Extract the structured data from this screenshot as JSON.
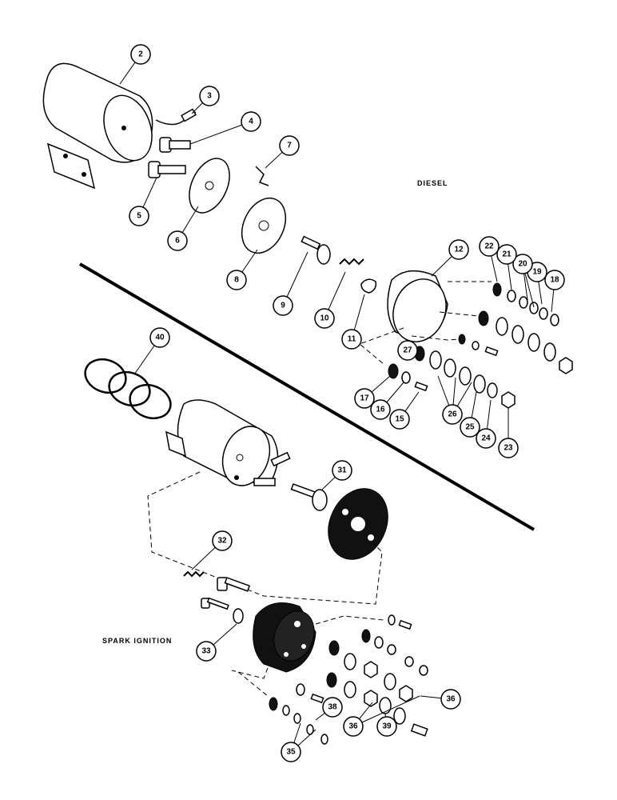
{
  "sections": {
    "diesel": "DIESEL",
    "spark": "SPARK IGNITION"
  },
  "callouts": [
    "2",
    "3",
    "4",
    "5",
    "6",
    "7",
    "8",
    "9",
    "10",
    "11",
    "12",
    "15",
    "16",
    "17",
    "18",
    "19",
    "20",
    "21",
    "22",
    "23",
    "24",
    "25",
    "26",
    "27",
    "31",
    "32",
    "33",
    "35",
    "36",
    "38",
    "39",
    "40"
  ]
}
